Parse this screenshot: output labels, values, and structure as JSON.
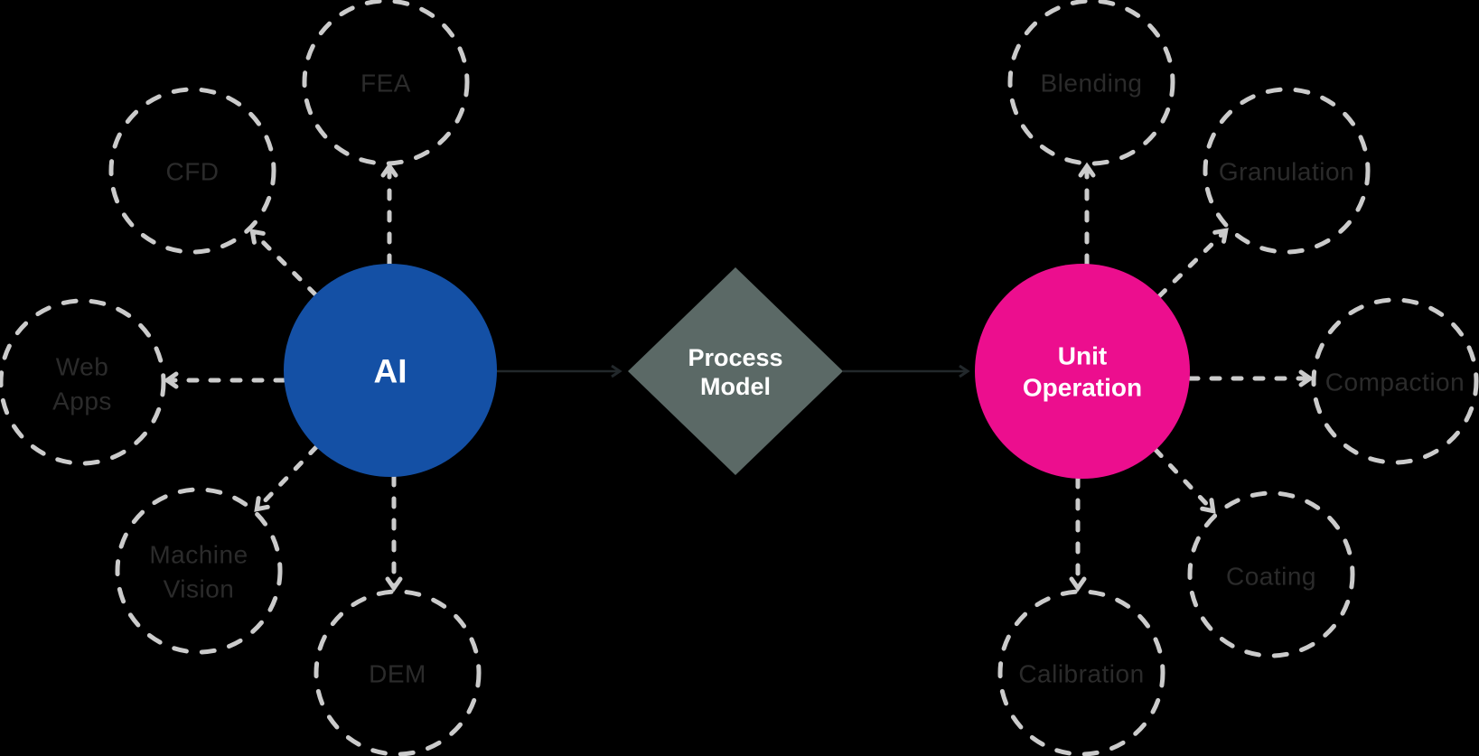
{
  "colors": {
    "background": "#000000",
    "ai_blue": "#1450A5",
    "unit_pink": "#EC0E8E",
    "diamond_gray": "#5B6966",
    "dashed_stroke": "#CBCBCB",
    "satellite_label": "#2B2B2B",
    "hub_label": "#FFFFFF",
    "arrow": "#22282B"
  },
  "nodes": {
    "ai": {
      "label": "AI"
    },
    "process_model": {
      "line1": "Process",
      "line2": "Model"
    },
    "unit_operation": {
      "line1": "Unit",
      "line2": "Operation"
    },
    "fea": {
      "label": "FEA"
    },
    "cfd": {
      "label": "CFD"
    },
    "web_apps": {
      "line1": "Web",
      "line2": "Apps"
    },
    "machine_vision": {
      "line1": "Machine",
      "line2": "Vision"
    },
    "dem": {
      "label": "DEM"
    },
    "blending": {
      "label": "Blending"
    },
    "granulation": {
      "label": "Granulation"
    },
    "compaction": {
      "label": "Compaction"
    },
    "coating": {
      "label": "Coating"
    },
    "calibration": {
      "label": "Calibration"
    }
  }
}
